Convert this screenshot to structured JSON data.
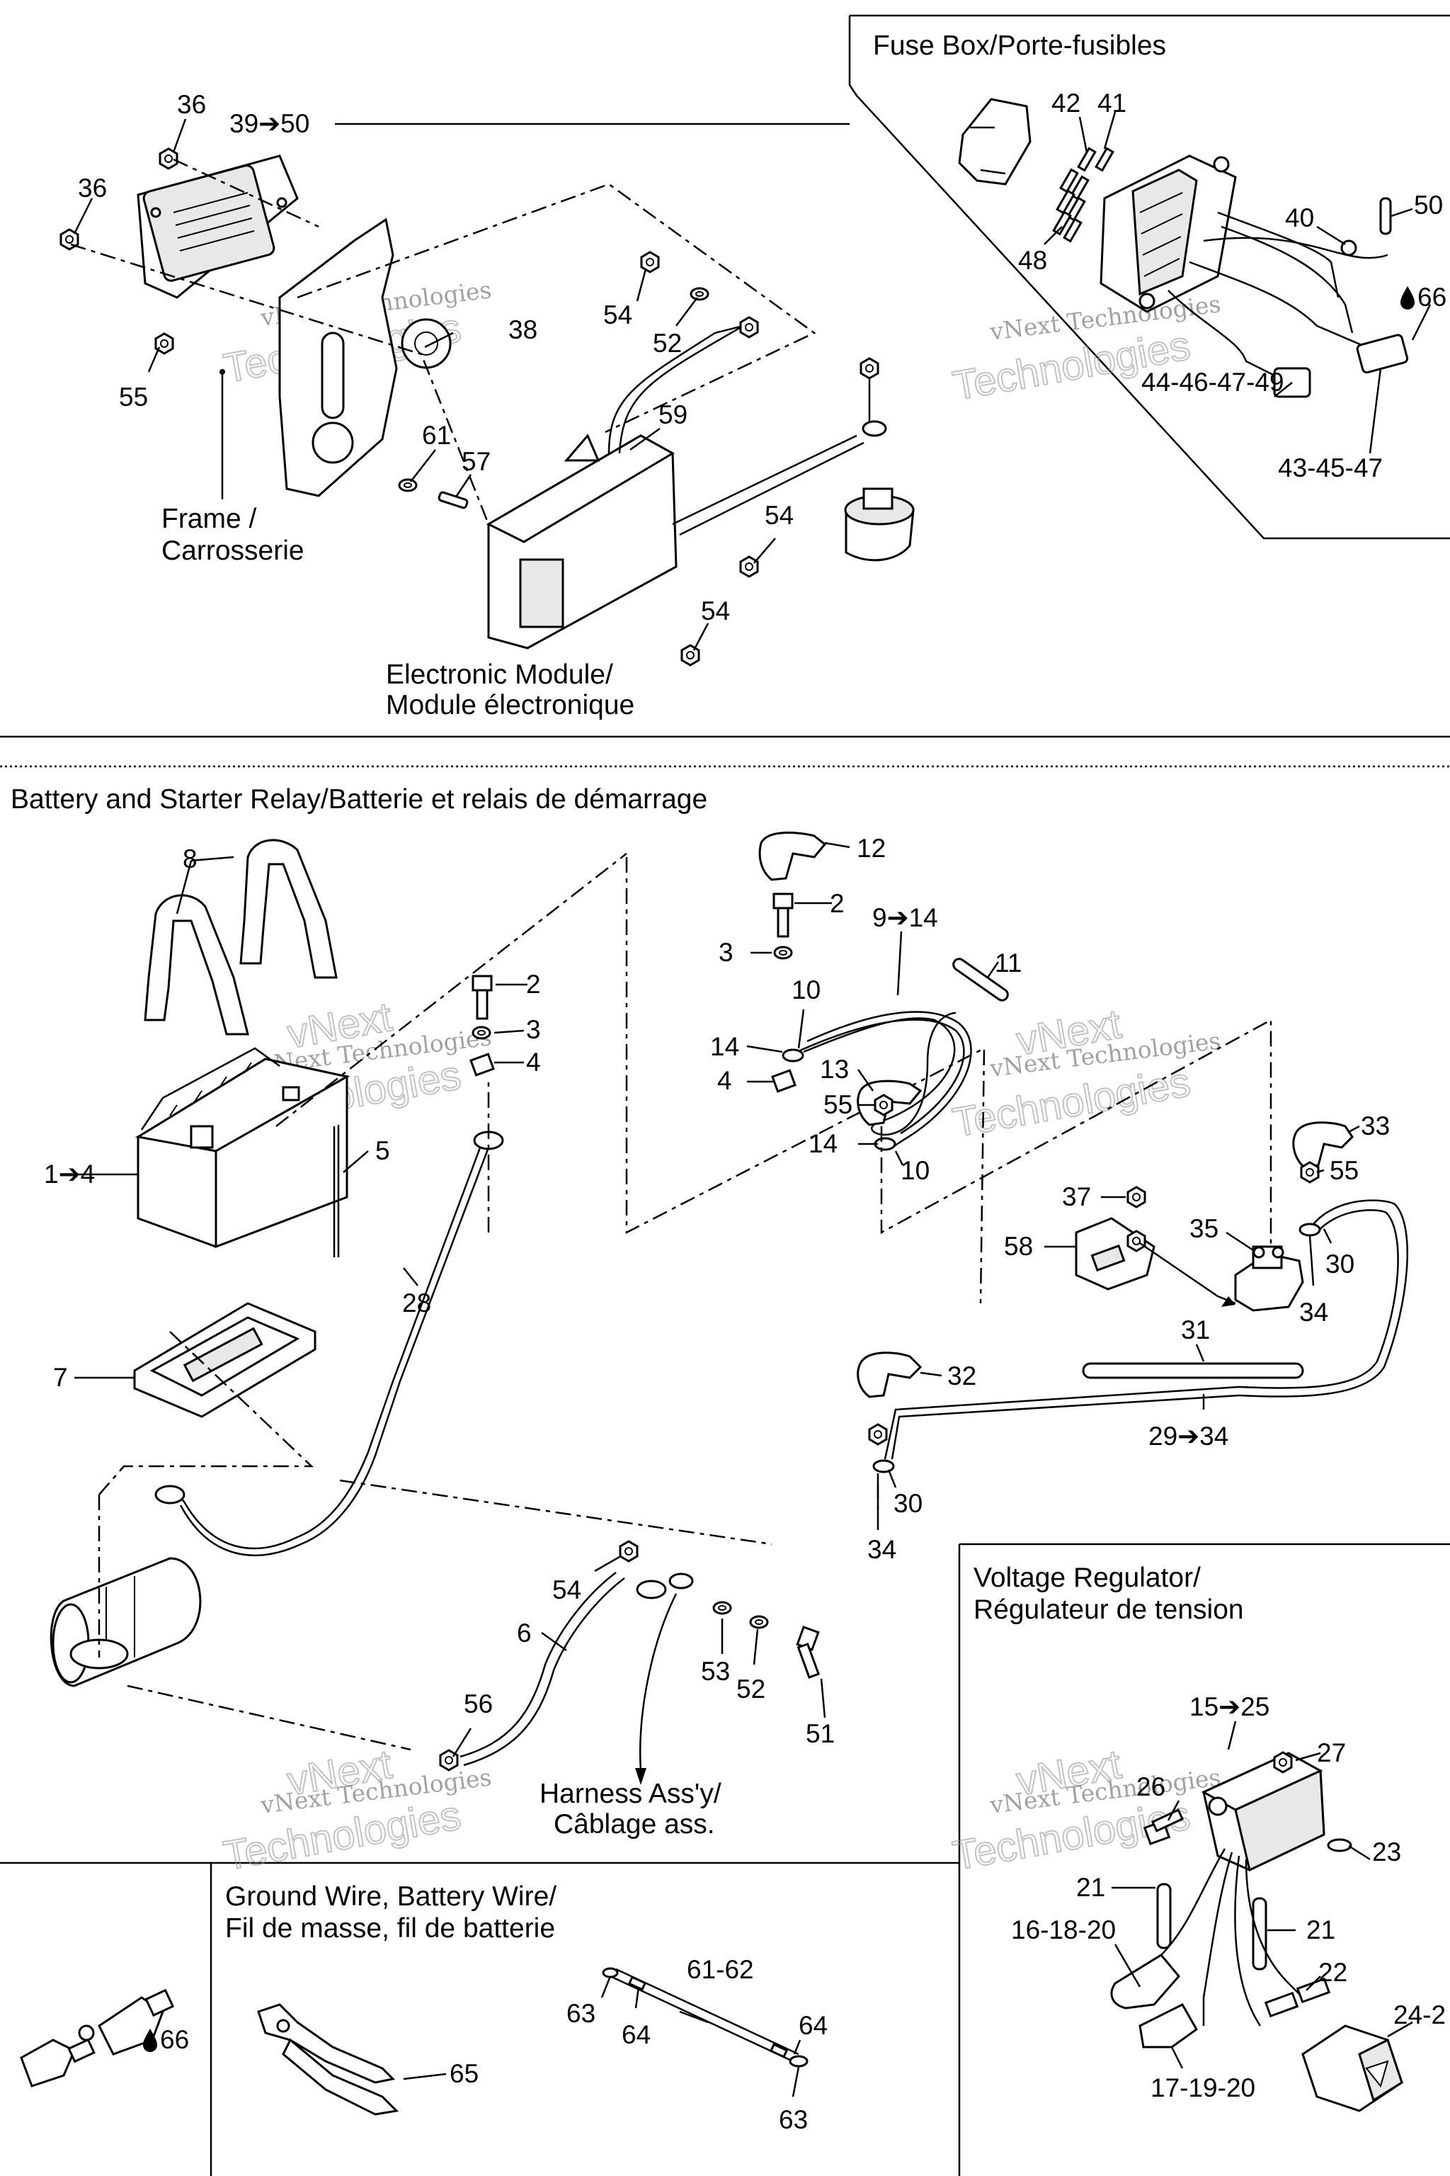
{
  "sections": {
    "fuse_box": "Fuse Box/Porte-fusibles",
    "battery": "Battery and Starter Relay/Batterie et relais de démarrage",
    "voltage_line1": "Voltage Regulator/",
    "voltage_line2": "Régulateur de tension",
    "ground_line1": "Ground Wire, Battery Wire/",
    "ground_line2": "Fil de masse, fil de batterie"
  },
  "notes": {
    "frame_line1": "Frame /",
    "frame_line2": "Carrosserie",
    "module_line1": "Electronic Module/",
    "module_line2": "Module électronique",
    "harness_line1": "Harness Ass'y/",
    "harness_line2": "Câblage ass."
  },
  "callouts": {
    "c36a": "36",
    "c39_50": "39➔50",
    "c36b": "36",
    "c42": "42",
    "c41": "41",
    "c40": "40",
    "c50": "50",
    "c48": "48",
    "c66a": "66",
    "c44_49": "44-46-47-49",
    "c43_47": "43-45-47",
    "c38": "38",
    "c54a": "54",
    "c52a": "52",
    "c55a": "55",
    "c59": "59",
    "c61": "61",
    "c57": "57",
    "c54b": "54",
    "c54c": "54",
    "c12": "12",
    "c8": "8",
    "c2a": "2",
    "c9_14": "9➔14",
    "c3a": "3",
    "c11": "11",
    "c10a": "10",
    "c2b": "2",
    "c3b": "3",
    "c14a": "14",
    "c4a": "4",
    "c4b": "4",
    "c13": "13",
    "c55b": "55",
    "c14b": "14",
    "c10b": "10",
    "c1_4": "1➔4",
    "c5": "5",
    "c33": "33",
    "c55c": "55",
    "c37": "37",
    "c35": "35",
    "c58": "58",
    "c30a": "30",
    "c34a": "34",
    "c28": "28",
    "c31": "31",
    "c7": "7",
    "c32": "32",
    "c29_34": "29➔34",
    "c30b": "30",
    "c34b": "34",
    "c54d": "54",
    "c6": "6",
    "c53": "53",
    "c52b": "52",
    "c51": "51",
    "c56": "56",
    "c15_25": "15➔25",
    "c27": "27",
    "c26": "26",
    "c23": "23",
    "c21a": "21",
    "c16_20": "16-18-20",
    "c21b": "21",
    "c22": "22",
    "c24": "24-2",
    "c17_20": "17-19-20",
    "c66b": "66",
    "c61_62": "61-62",
    "c63a": "63",
    "c64a": "64",
    "c64b": "64",
    "c65": "65",
    "c63b": "63"
  },
  "watermark": {
    "line1": "vNext Technologies",
    "line2": "Technologies",
    "line3": "vNext"
  }
}
